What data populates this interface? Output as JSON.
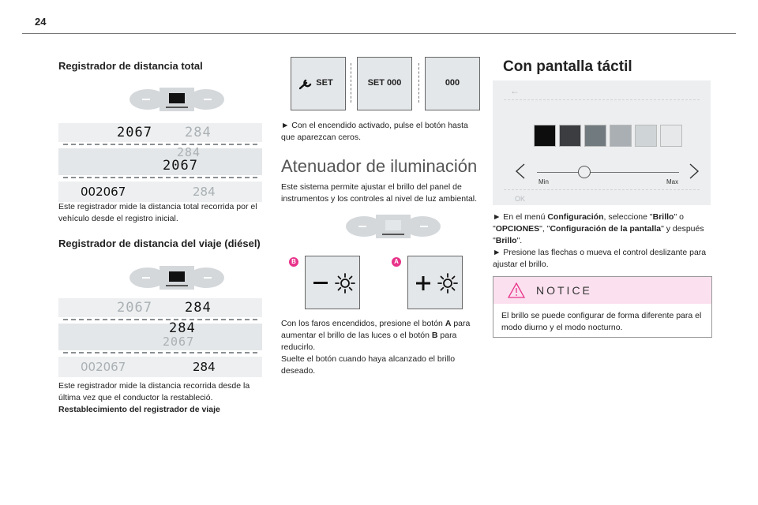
{
  "page": {
    "number": "24"
  },
  "left": {
    "heading1": "Registrador de distancia total",
    "odo1": {
      "top_a": "2067",
      "top_b": "284",
      "mid_a": "284",
      "mid_b": "2067",
      "bottom_a": "002067",
      "bottom_b": "284"
    },
    "para1": "Este registrador mide la distancia total recorrida por el vehículo desde el registro inicial.",
    "heading2": "Registrador de distancia del viaje (diésel)",
    "odo2": {
      "top_a": "2067",
      "top_b": "284",
      "mid_a": "284",
      "mid_b": "2067",
      "bottom_a": "002067",
      "bottom_b": "284"
    },
    "para2": "Este registrador mide la distancia recorrida desde la última vez que el conductor la restableció.",
    "para2_bold": "Restablecimiento del registrador de viaje"
  },
  "middle": {
    "keys": {
      "k1": "SET",
      "k2": "SET  000",
      "k3": "000"
    },
    "step1": "► Con el encendido activado, pulse el botón hasta que aparezcan ceros.",
    "section_title": "Atenuador de iluminación",
    "intro": "Este sistema permite ajustar el brillo del panel de instrumentos y los controles al nivel de luz ambiental.",
    "badge_b": "B",
    "badge_a": "A",
    "para_a1": "Con los faros encendidos, presione el botón ",
    "para_a_A": "A",
    "para_a2": " para aumentar el brillo de las luces o el botón ",
    "para_a_B": "B",
    "para_a3": " para reducirlo.",
    "para_b": "Suelte el botón cuando haya alcanzado el brillo deseado."
  },
  "right": {
    "title": "Con pantalla táctil",
    "screen": {
      "back": "←",
      "min": "Min",
      "max": "Max",
      "ok": "OK"
    },
    "swatch_colors": [
      "#0d0d0d",
      "#3b3d40",
      "#717a7f",
      "#a9afb3",
      "#cfd4d6",
      "#e6e8e9"
    ],
    "step1_a": "► En el menú ",
    "step1_b": "Configuración",
    "step1_c": ", seleccione \"",
    "step1_d": "Brillo",
    "step1_e": "\" o \"",
    "step1_f": "OPCIONES",
    "step1_g": "\", \"",
    "step1_h": "Configuración de la pantalla",
    "step1_i": "\" y después \"",
    "step1_j": "Brillo",
    "step1_k": "\".",
    "step2": "► Presione las flechas o mueva el control deslizante para ajustar el brillo.",
    "notice_title": "NOTICE",
    "notice_text": "El brillo se puede configurar de forma diferente para el modo diurno y el modo nocturno."
  },
  "colors": {
    "accent_pink": "#e8338a",
    "notice_bg": "#fbe1ef"
  }
}
